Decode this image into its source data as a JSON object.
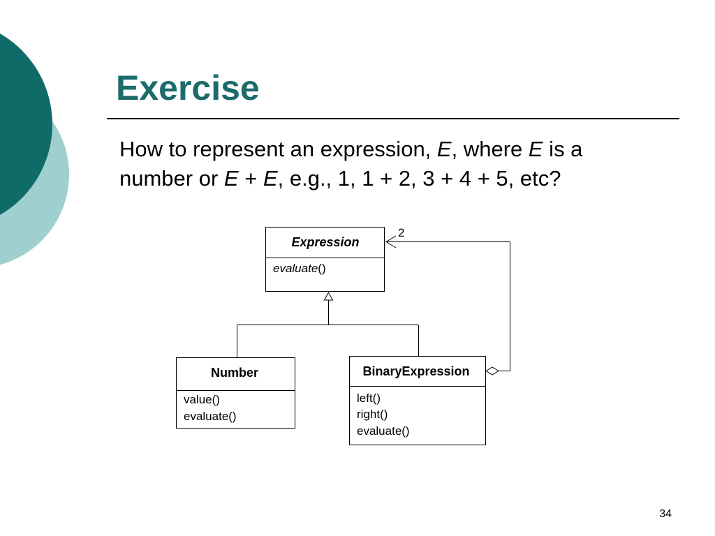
{
  "slide": {
    "title": "Exercise",
    "page_number": "34"
  },
  "body": {
    "line1": {
      "t1": "How to represent an expression, ",
      "e1": "E",
      "t2": ", where ",
      "e2": "E",
      "t3": " is a"
    },
    "line2": {
      "t1": "number or ",
      "e1": "E",
      "t2": " + ",
      "e2": "E",
      "t3": ", e.g., 1, 1 + 2, 3 + 4 + 5, etc?"
    }
  },
  "diagram": {
    "multiplicity": "2",
    "classes": {
      "expression": {
        "name": "Expression",
        "method_name": "evaluate",
        "method_parens": "()"
      },
      "number": {
        "name": "Number",
        "methods": [
          "value()",
          "evaluate()"
        ]
      },
      "binary_expression": {
        "name": "BinaryExpression",
        "methods": [
          "left()",
          "right()",
          "evaluate()"
        ]
      }
    }
  },
  "colors": {
    "title": "#1b6b6a",
    "circle_dark": "#106b68",
    "circle_light": "#9fcfcf"
  }
}
